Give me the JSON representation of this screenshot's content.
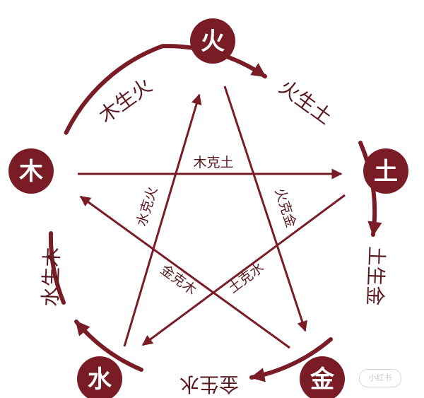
{
  "colors": {
    "primary": "#7a1c26",
    "background": "#ffffff",
    "text_on_node": "#ffffff",
    "label": "#5a1a20"
  },
  "nodes": {
    "fire": {
      "label": "火"
    },
    "earth": {
      "label": "土"
    },
    "metal": {
      "label": "金"
    },
    "water": {
      "label": "水"
    },
    "wood": {
      "label": "木"
    }
  },
  "generating": {
    "wood_fire": "木生火",
    "fire_earth": "火生土",
    "earth_metal": "土生金",
    "metal_water": "金生水",
    "water_wood": "水生木"
  },
  "controlling": {
    "wood_earth": "木克土",
    "fire_metal": "火克金",
    "water_fire": "水克火",
    "metal_wood": "金克木",
    "earth_water": "土克水"
  },
  "watermark": {
    "text": "小红书"
  }
}
